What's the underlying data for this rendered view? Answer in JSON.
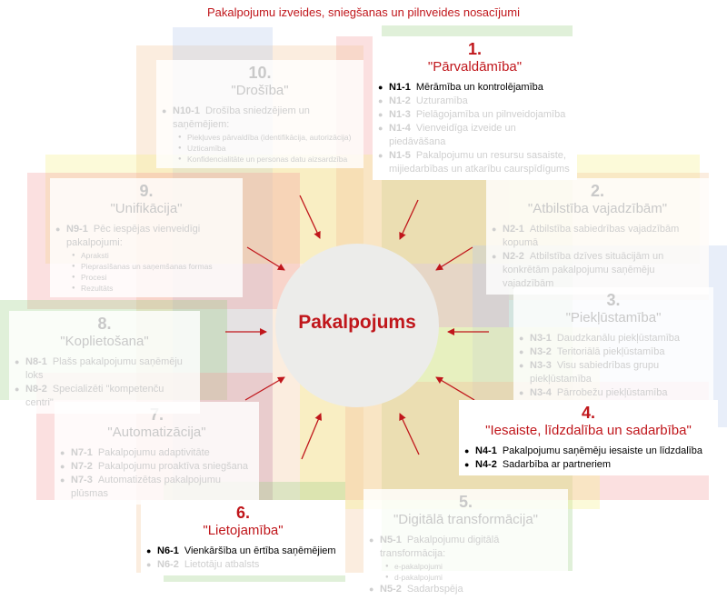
{
  "title": "Pakalpojumu izveides, sniegšanas un pilnveides nosacījumi",
  "center": "Pakalpojums",
  "colors": {
    "accent": "#c0161b",
    "inactive": "#c9c9c9"
  },
  "panels": [
    {
      "num": "1.",
      "name": "\"Pārvaldāmība\"",
      "items": [
        {
          "code": "N1-1",
          "text": "Mērāmība un kontrolējamība",
          "highlight": true
        },
        {
          "code": "N1-2",
          "text": "Uzturamība"
        },
        {
          "code": "N1-3",
          "text": "Pielāgojamība un pilnveidojamība"
        },
        {
          "code": "N1-4",
          "text": "Vienveidīga izveide un piedāvāšana"
        },
        {
          "code": "N1-5",
          "text": "Pakalpojumu un resursu sasaiste, mijiedarbības un atkarību caurspīdīgums"
        }
      ]
    },
    {
      "num": "2.",
      "name": "\"Atbilstība vajadzībām\"",
      "items": [
        {
          "code": "N2-1",
          "text": "Atbilstība sabiedrības vajadzībām kopumā"
        },
        {
          "code": "N2-2",
          "text": "Atbilstība dzīves situācijām un konkrētām pakalpojumu saņēmēju vajadzībām"
        }
      ]
    },
    {
      "num": "3.",
      "name": "\"Piekļūstamība\"",
      "items": [
        {
          "code": "N3-1",
          "text": "Daudzkanālu piekļūstamība"
        },
        {
          "code": "N3-2",
          "text": "Teritoriālā piekļūstamība"
        },
        {
          "code": "N3-3",
          "text": "Visu sabiedrības grupu piekļūstamība"
        },
        {
          "code": "N3-4",
          "text": "Pārrobežu piekļūstamība"
        }
      ]
    },
    {
      "num": "4.",
      "name": "\"Iesaiste, līdzdalība un sadarbība\"",
      "items": [
        {
          "code": "N4-1",
          "text": "Pakalpojumu saņēmēju iesaiste un līdzdalība",
          "highlight": true
        },
        {
          "code": "N4-2",
          "text": "Sadarbība ar partneriem",
          "highlight": true
        }
      ]
    },
    {
      "num": "5.",
      "name": "\"Digitālā transformācija\"",
      "items": [
        {
          "code": "N5-1",
          "text": "Pakalpojumu digitālā transformācija:",
          "subs": [
            "e-pakalpojumi",
            "d-pakalpojumi"
          ]
        },
        {
          "code": "N5-2",
          "text": "Sadarbspēja"
        }
      ]
    },
    {
      "num": "6.",
      "name": "\"Lietojamība\"",
      "items": [
        {
          "code": "N6-1",
          "text": "Vienkāršība un ērtība saņēmējiem",
          "highlight": true
        },
        {
          "code": "N6-2",
          "text": "Lietotāju atbalsts"
        }
      ]
    },
    {
      "num": "7.",
      "name": "\"Automatizācija\"",
      "items": [
        {
          "code": "N7-1",
          "text": "Pakalpojumu adaptivitāte"
        },
        {
          "code": "N7-2",
          "text": "Pakalpojumu proaktīva sniegšana"
        },
        {
          "code": "N7-3",
          "text": "Automatizētas pakalpojumu plūsmas"
        }
      ]
    },
    {
      "num": "8.",
      "name": "\"Koplietošana\"",
      "items": [
        {
          "code": "N8-1",
          "text": "Plašs pakalpojumu saņēmēju loks"
        },
        {
          "code": "N8-2",
          "text": "Specializēti \"kompetenču centri\""
        }
      ]
    },
    {
      "num": "9.",
      "name": "\"Unifikācija\"",
      "items": [
        {
          "code": "N9-1",
          "text": "Pēc iespējas vienveidīgi pakalpojumi:",
          "subs": [
            "Apraksti",
            "Pieprasīšanas un saņemšanas formas",
            "Procesi",
            "Rezultāts"
          ]
        }
      ]
    },
    {
      "num": "10.",
      "name": "\"Drošība\"",
      "items": [
        {
          "code": "N10-1",
          "text": "Drošība sniedzējiem un saņēmējiem:",
          "subs": [
            "Piekļuves pārvaldība (identifikācija, autorizācija)",
            "Uzticamība",
            "Konfidencialitāte un personas datu aizsardzība"
          ]
        }
      ]
    }
  ]
}
